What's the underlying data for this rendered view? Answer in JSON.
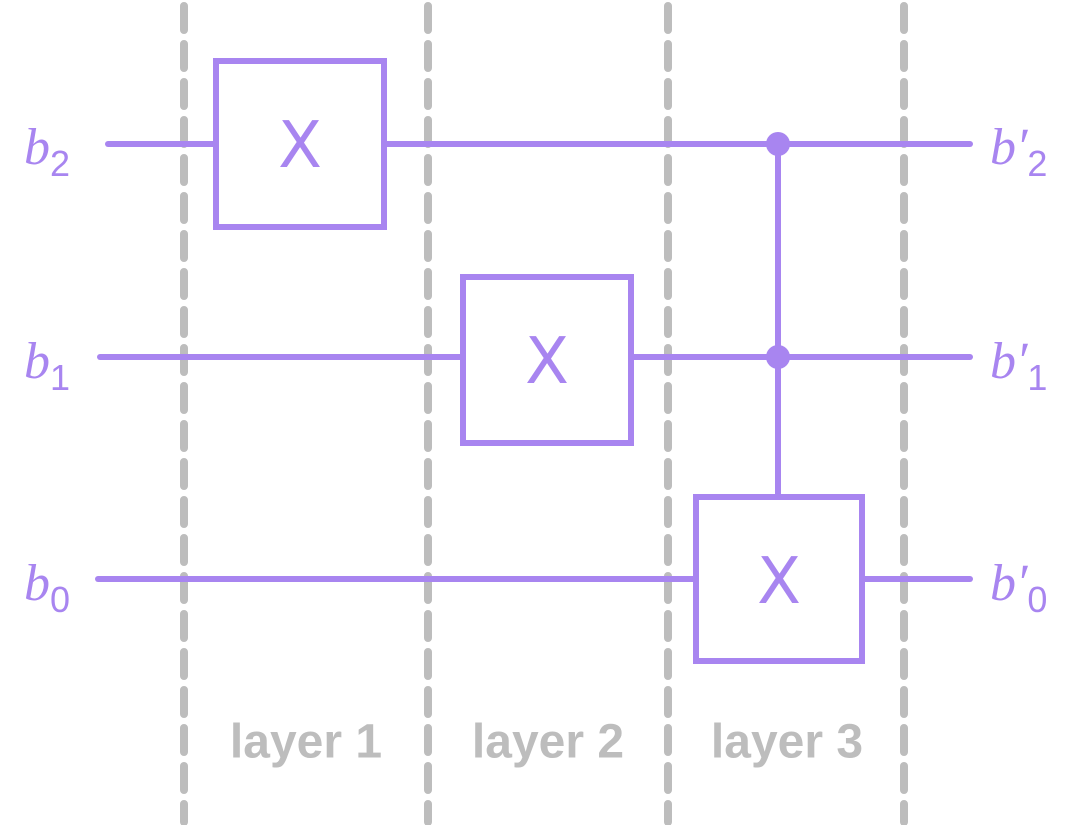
{
  "colors": {
    "wire": "#a885f0",
    "divider": "#bdbdbd"
  },
  "inputs": [
    {
      "base": "b",
      "sub": "2"
    },
    {
      "base": "b",
      "sub": "1"
    },
    {
      "base": "b",
      "sub": "0"
    }
  ],
  "outputs": [
    {
      "base": "b′",
      "sub": "2"
    },
    {
      "base": "b′",
      "sub": "1"
    },
    {
      "base": "b′",
      "sub": "0"
    }
  ],
  "gates": [
    {
      "label": "X",
      "layer": "layer 1",
      "target": "b2",
      "controls": []
    },
    {
      "label": "X",
      "layer": "layer 2",
      "target": "b1",
      "controls": []
    },
    {
      "label": "X",
      "layer": "layer 3",
      "target": "b0",
      "controls": [
        "b2",
        "b1"
      ]
    }
  ],
  "layers": [
    "layer 1",
    "layer 2",
    "layer 3"
  ]
}
